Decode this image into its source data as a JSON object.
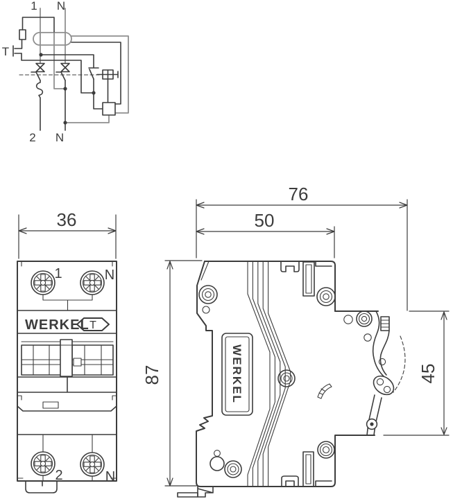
{
  "schematic": {
    "pole1_top": "1",
    "neutral_top": "N",
    "pole1_bottom": "2",
    "neutral_bottom": "N",
    "test_label": "T"
  },
  "front_view": {
    "width_dim": "36",
    "terminal_top_left": "1",
    "terminal_top_right": "N",
    "brand": "WERKEL",
    "test_button": "T",
    "terminal_bottom_left": "2",
    "terminal_bottom_right": "N"
  },
  "side_view": {
    "overall_width_dim": "76",
    "body_width_dim": "50",
    "height_dim": "87",
    "din_depth_dim": "45",
    "brand_vertical": "WERKEL"
  },
  "colors": {
    "line_dark": "#3c3c3c",
    "line_gray": "#8f8f8f",
    "background": "#ffffff"
  }
}
